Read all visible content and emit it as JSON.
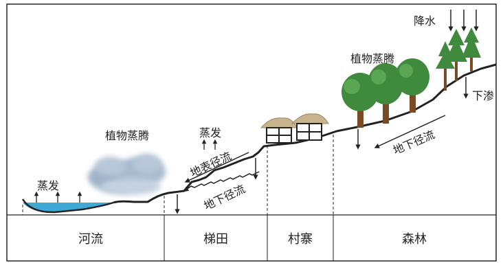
{
  "labels": {
    "river_evaporation": "蒸发",
    "transpiration_mid": "植物蒸腾",
    "terrace_evaporation": "蒸发",
    "surface_runoff": "地表径流",
    "groundwater_terrace": "地下径流",
    "transpiration_forest": "植物蒸腾",
    "precipitation": "降水",
    "infiltration": "下渗",
    "groundwater_forest": "地下径流"
  },
  "zones": [
    "河流",
    "梯田",
    "村寨",
    "森林"
  ],
  "colors": {
    "water": "#3fa9d6",
    "tree_crown": "#3f8a3c",
    "tree_trunk": "#7a4a25",
    "roof": "#c8b48f",
    "mist": "#9fb2c8"
  }
}
